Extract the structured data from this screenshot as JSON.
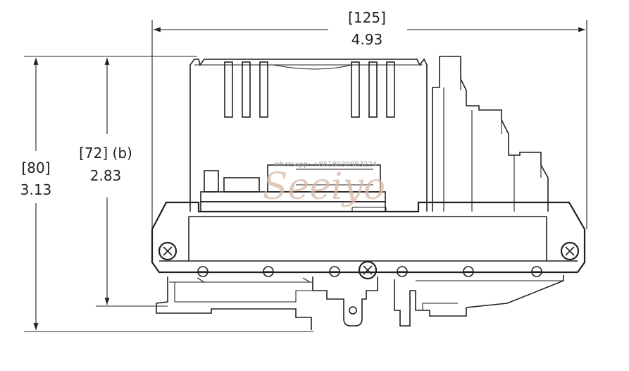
{
  "dimensions": {
    "width": {
      "metric": "[125]",
      "imperial": "4.93"
    },
    "height_total": {
      "metric": "[80]",
      "imperial": "3.13"
    },
    "height_b": {
      "metric": "[72] (b)",
      "imperial": "2.83"
    }
  },
  "watermark": {
    "contact": "whatsapp: +8618030983224",
    "logo": "Seeiyo"
  },
  "colors": {
    "line": "#231f20",
    "watermark_logo": "#d8b9a6",
    "watermark_text": "#9a9a9a"
  }
}
